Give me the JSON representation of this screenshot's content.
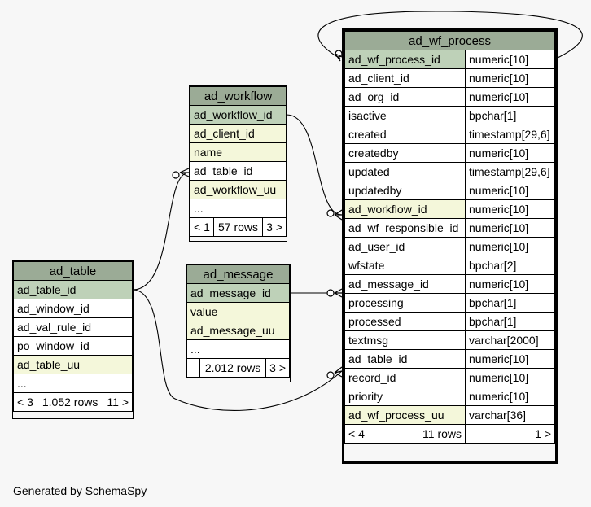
{
  "footer": "Generated by SchemaSpy",
  "ad_wf_process": {
    "title": "ad_wf_process",
    "rows": [
      {
        "name": "ad_wf_process_id",
        "type": "numeric[10]"
      },
      {
        "name": "ad_client_id",
        "type": "numeric[10]"
      },
      {
        "name": "ad_org_id",
        "type": "numeric[10]"
      },
      {
        "name": "isactive",
        "type": "bpchar[1]"
      },
      {
        "name": "created",
        "type": "timestamp[29,6]"
      },
      {
        "name": "createdby",
        "type": "numeric[10]"
      },
      {
        "name": "updated",
        "type": "timestamp[29,6]"
      },
      {
        "name": "updatedby",
        "type": "numeric[10]"
      },
      {
        "name": "ad_workflow_id",
        "type": "numeric[10]"
      },
      {
        "name": "ad_wf_responsible_id",
        "type": "numeric[10]"
      },
      {
        "name": "ad_user_id",
        "type": "numeric[10]"
      },
      {
        "name": "wfstate",
        "type": "bpchar[2]"
      },
      {
        "name": "ad_message_id",
        "type": "numeric[10]"
      },
      {
        "name": "processing",
        "type": "bpchar[1]"
      },
      {
        "name": "processed",
        "type": "bpchar[1]"
      },
      {
        "name": "textmsg",
        "type": "varchar[2000]"
      },
      {
        "name": "ad_table_id",
        "type": "numeric[10]"
      },
      {
        "name": "record_id",
        "type": "numeric[10]"
      },
      {
        "name": "priority",
        "type": "numeric[10]"
      },
      {
        "name": "ad_wf_process_uu",
        "type": "varchar[36]"
      }
    ],
    "foot": {
      "left": "< 4",
      "mid": "11 rows",
      "right": "1 >"
    }
  },
  "ad_workflow": {
    "title": "ad_workflow",
    "rows": [
      "ad_workflow_id",
      "ad_client_id",
      "name",
      "ad_table_id",
      "ad_workflow_uu",
      "..."
    ],
    "foot": {
      "left": "< 1",
      "mid": "57 rows",
      "right": "3 >"
    }
  },
  "ad_message": {
    "title": "ad_message",
    "rows": [
      "ad_message_id",
      "value",
      "ad_message_uu",
      "..."
    ],
    "foot": {
      "left": "",
      "mid": "2.012 rows",
      "right": "3 >"
    }
  },
  "ad_table": {
    "title": "ad_table",
    "rows": [
      "ad_table_id",
      "ad_window_id",
      "ad_val_rule_id",
      "po_window_id",
      "ad_table_uu",
      "..."
    ],
    "foot": {
      "left": "< 3",
      "mid": "1.052 rows",
      "right": "11 >"
    }
  }
}
